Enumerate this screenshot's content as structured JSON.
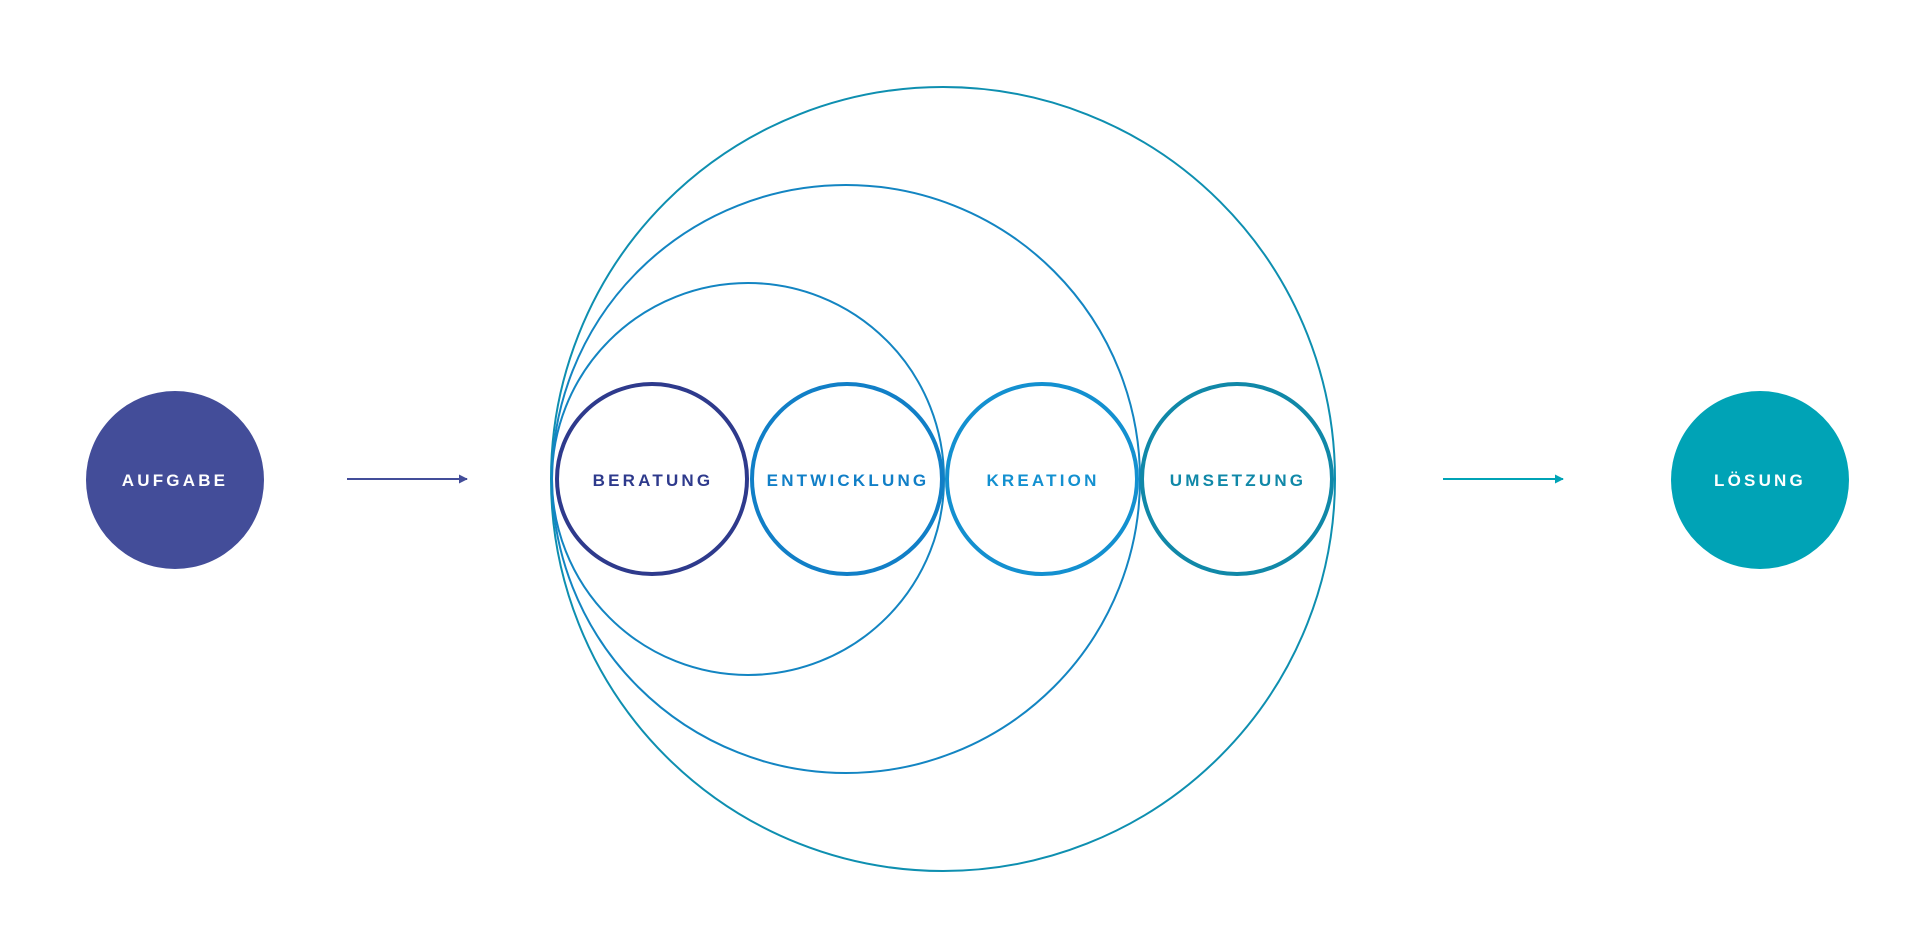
{
  "diagram": {
    "input_label": "AUFGABE",
    "output_label": "LÖSUNG",
    "stages": [
      {
        "label": "BERATUNG",
        "color": "#2E3A8C"
      },
      {
        "label": "ENTWICKLUNG",
        "color": "#117FC7"
      },
      {
        "label": "KREATION",
        "color": "#1390D0"
      },
      {
        "label": "UMSETZUNG",
        "color": "#1088A8"
      }
    ],
    "colors": {
      "input_fill": "#434D99",
      "output_fill": "#00A3B6",
      "arrow_left": "#434D99",
      "arrow_right": "#00A3B6",
      "envelope_1": "#1385C2",
      "envelope_2": "#1385C2",
      "envelope_3": "#0E8FB0"
    },
    "icons": {
      "arrow_in": "arrow-right-icon",
      "arrow_out": "arrow-right-icon"
    }
  }
}
